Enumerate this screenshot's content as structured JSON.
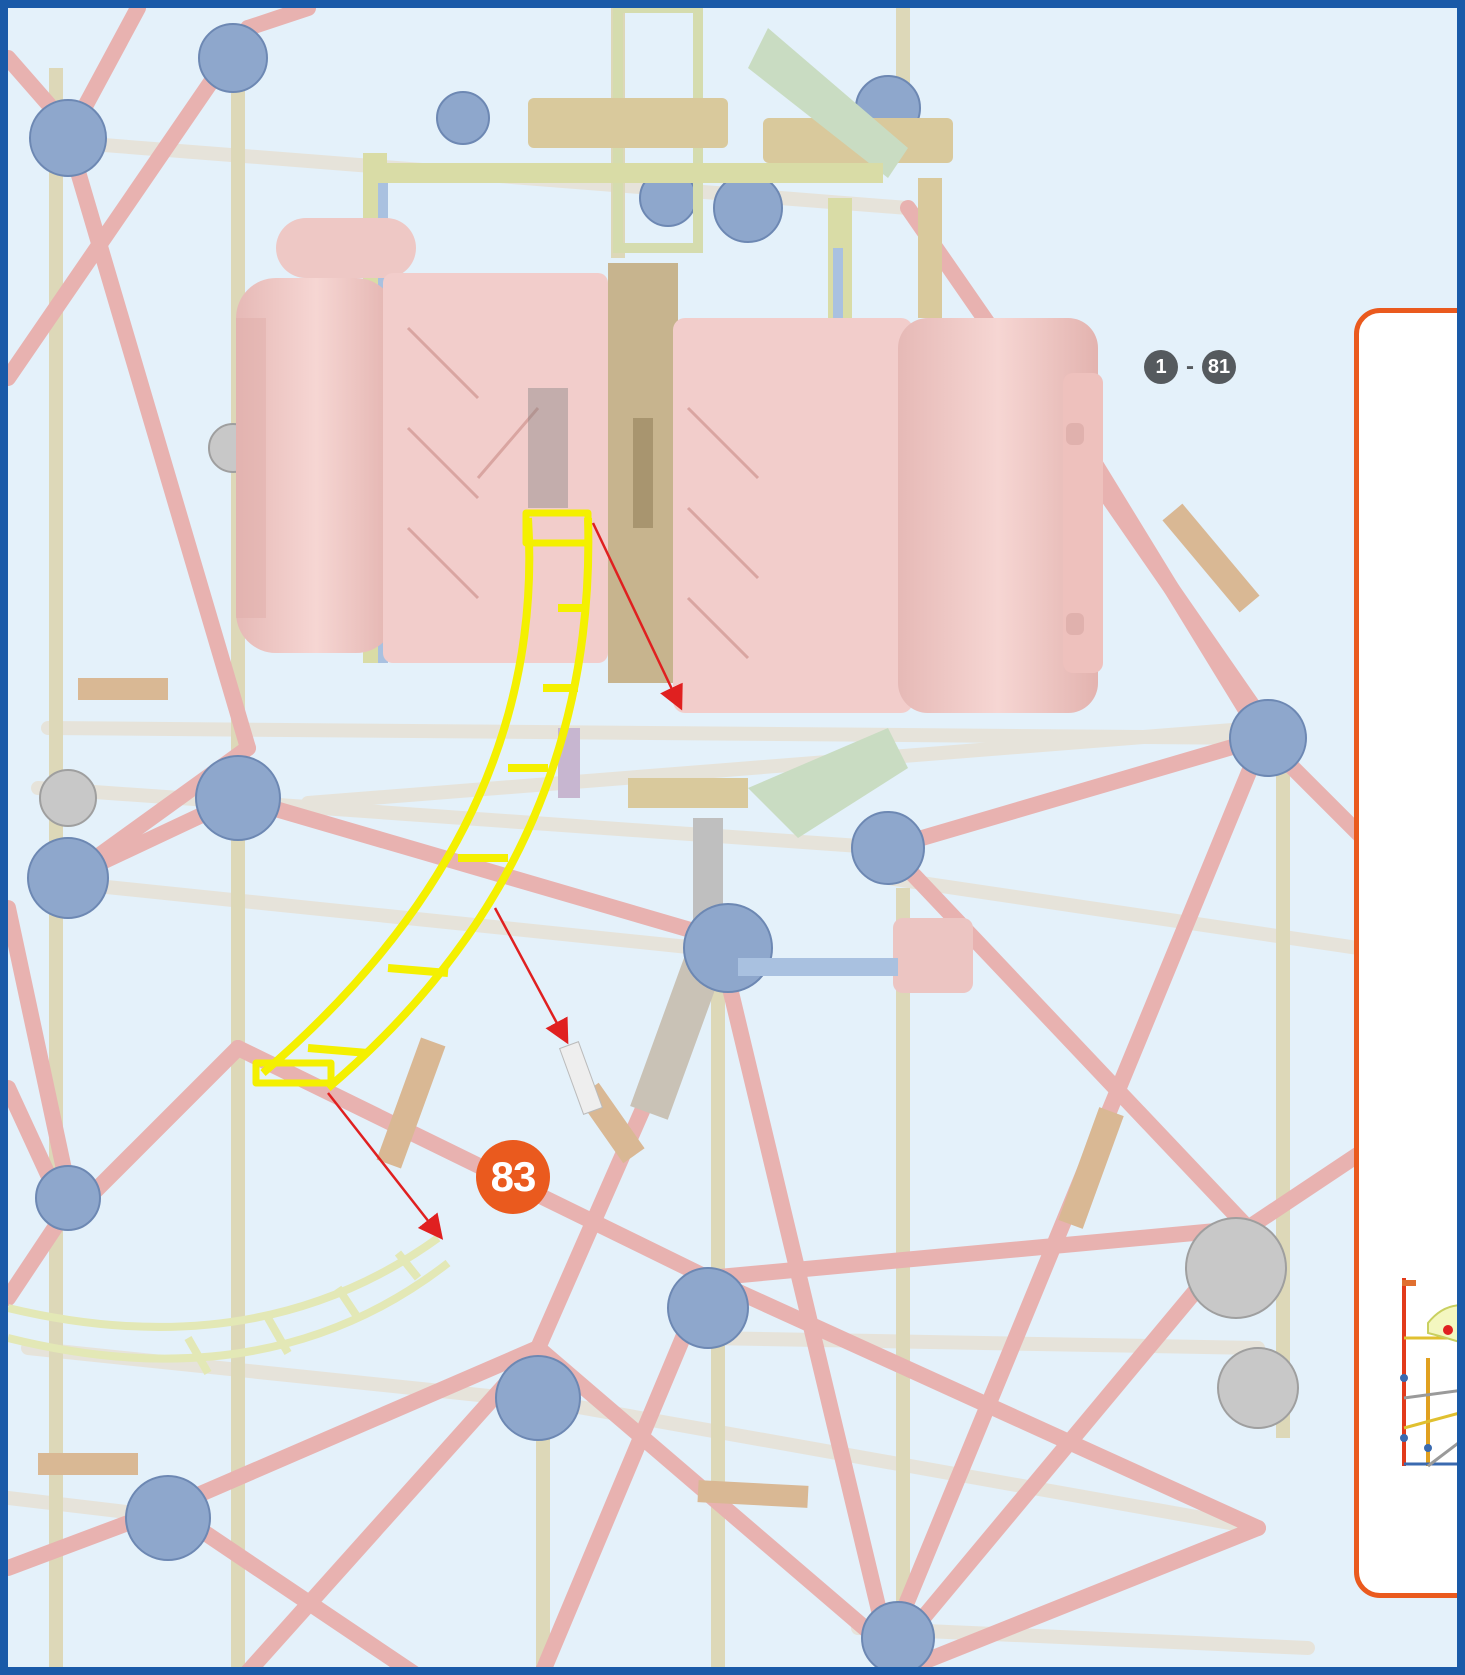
{
  "step": {
    "range_start": "1",
    "range_separator": "-",
    "range_end": "81",
    "current": "83"
  },
  "colors": {
    "frame_border": "#1a5aa8",
    "background": "#e4f1fa",
    "step_badge": "#ea5a1e",
    "panel_border": "#ea5a1e",
    "range_badge": "#555a5e",
    "rod_pink": "#e8b2b0",
    "rod_white": "#e6e3da",
    "connector_blue": "#8ea7cc",
    "track_yellow": "#f4f000",
    "arrow_red": "#e02020",
    "car_pink": "#f2cdcb"
  },
  "icons": {
    "assembly_arrow": "red-arrow-icon",
    "track_piece": "yellow-track-piece"
  }
}
